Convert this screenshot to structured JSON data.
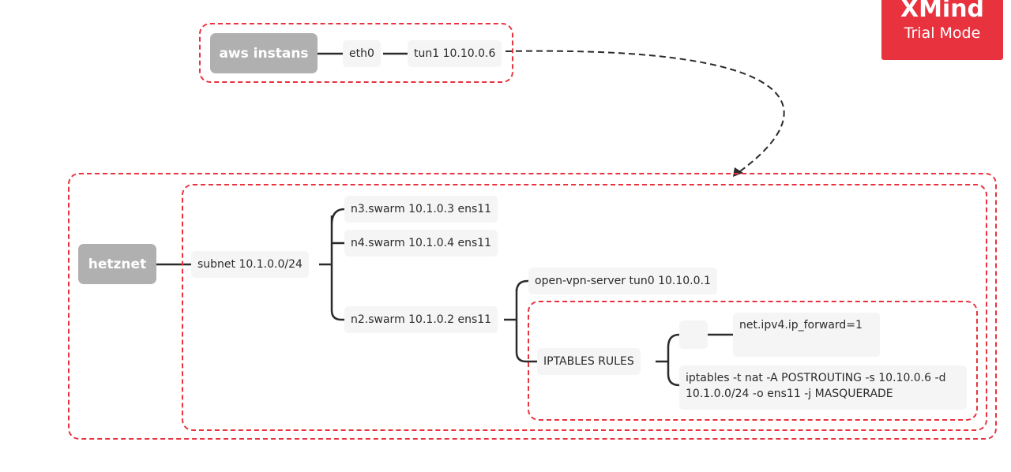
{
  "watermark": {
    "brand": "XMind",
    "mode": "Trial Mode"
  },
  "aws": {
    "root": "aws instans",
    "children": [
      "eth0",
      "tun1 10.10.0.6"
    ]
  },
  "hetznet": {
    "root": "hetznet",
    "subnet": "subnet 10.1.0.0/24",
    "nodes": [
      "n3.swarm 10.1.0.3 ens11",
      "n4.swarm 10.1.0.4 ens11",
      "n2.swarm 10.1.0.2 ens11"
    ],
    "n2_children": {
      "vpn": "open-vpn-server tun0 10.10.0.1",
      "iptables_rules": "IPTABLES RULES",
      "empty_topic": "",
      "ip_forward": "net.ipv4.ip_forward=1",
      "masquerade": "iptables -t nat -A POSTROUTING -s 10.10.0.6 -d 10.1.0.0/24 -o ens11 -j MASQUERADE"
    }
  },
  "colors": {
    "boundary": "#e8333f",
    "root": "#b0b0b0",
    "topic": "#f5f5f5",
    "line": "#2b2b2b"
  }
}
